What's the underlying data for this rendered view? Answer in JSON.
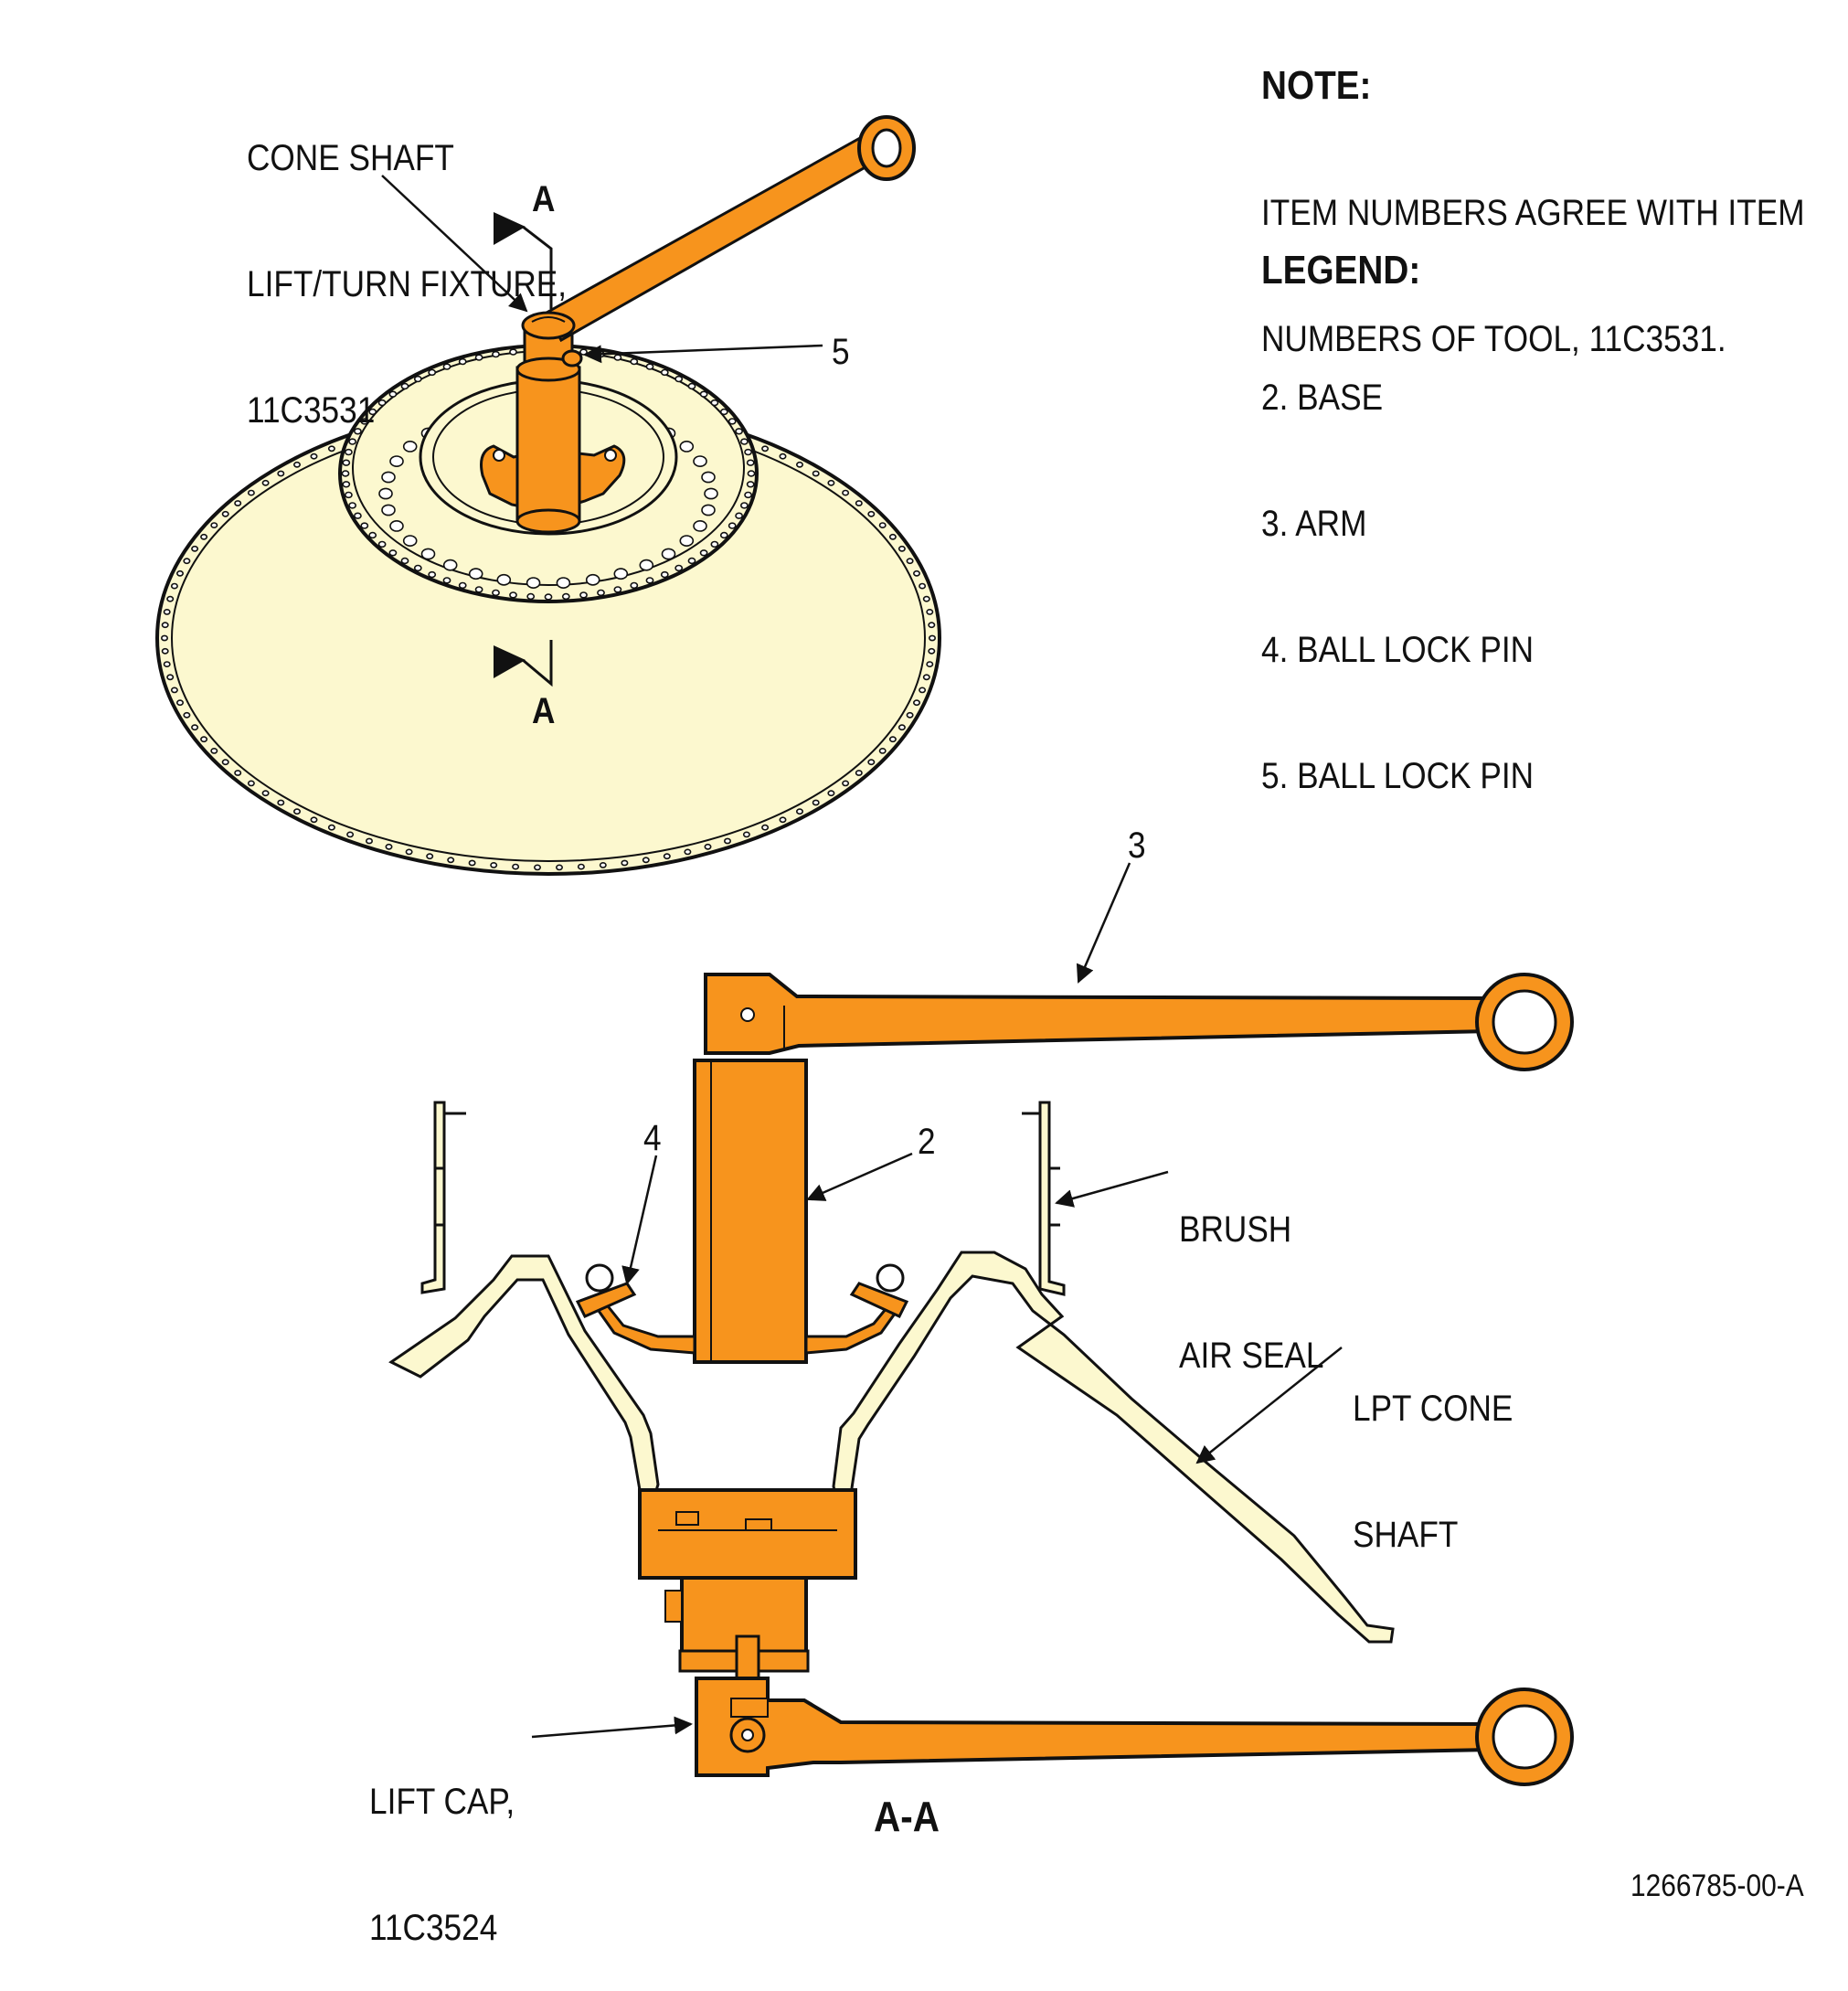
{
  "callouts": {
    "fixture": [
      "CONE SHAFT",
      "LIFT/TURN FIXTURE,",
      "11C3531"
    ],
    "item5": "5",
    "item3": "3",
    "item2": "2",
    "item4": "4",
    "brush_air_seal": [
      "BRUSH",
      "AIR SEAL"
    ],
    "lpt_cone_shaft": [
      "LPT CONE",
      "SHAFT"
    ],
    "lift_cap": [
      "LIFT CAP,",
      "11C3524"
    ]
  },
  "section_marks": {
    "top": "A",
    "bottom": "A",
    "view_title": "A-A"
  },
  "note": {
    "heading": "NOTE:",
    "lines": [
      "ITEM NUMBERS AGREE WITH ITEM",
      "NUMBERS OF TOOL, 11C3531."
    ]
  },
  "legend": {
    "heading": "LEGEND:",
    "items": [
      "2. BASE",
      "3. ARM",
      "4. BALL LOCK PIN",
      "5. BALL LOCK PIN"
    ]
  },
  "figure_id": "1266785-00-A",
  "colors": {
    "tool": "#f7941d",
    "part": "#fcf8cf",
    "line": "#111111"
  }
}
